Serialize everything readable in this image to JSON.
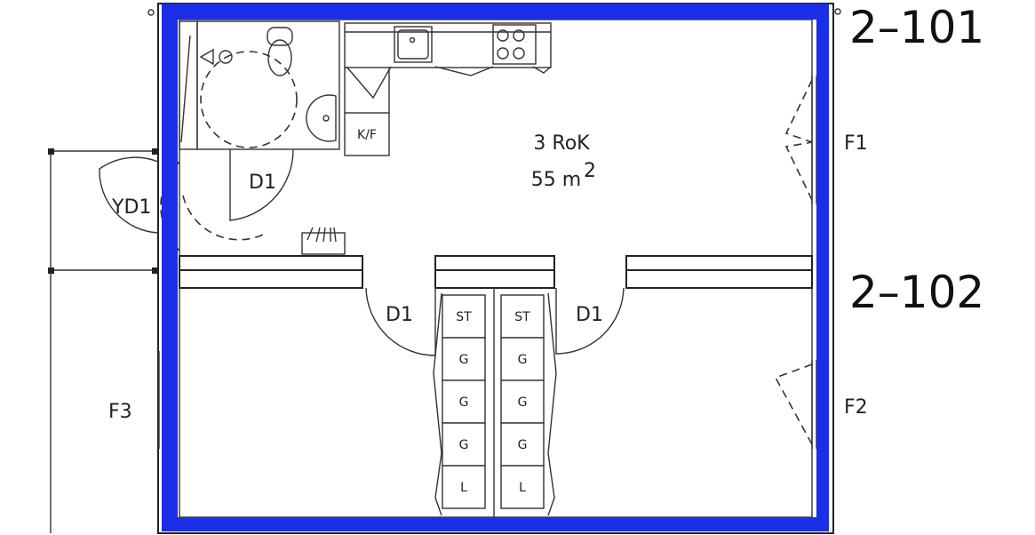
{
  "units": {
    "upper": "2–101",
    "lower": "2–102"
  },
  "room": {
    "type": "3 RoK",
    "area": "55 m",
    "area_sup": "2"
  },
  "labels": {
    "kf": "K/F",
    "d1_bath": "D1",
    "yd1": "YD1",
    "f1": "F1",
    "f2": "F2",
    "f3": "F3",
    "d1_left": "D1",
    "d1_right": "D1"
  },
  "closets": {
    "left": [
      "ST",
      "G",
      "G",
      "G",
      "L"
    ],
    "right": [
      "ST",
      "G",
      "G",
      "G",
      "L"
    ]
  },
  "colors": {
    "outline": "#1a2ee6"
  }
}
